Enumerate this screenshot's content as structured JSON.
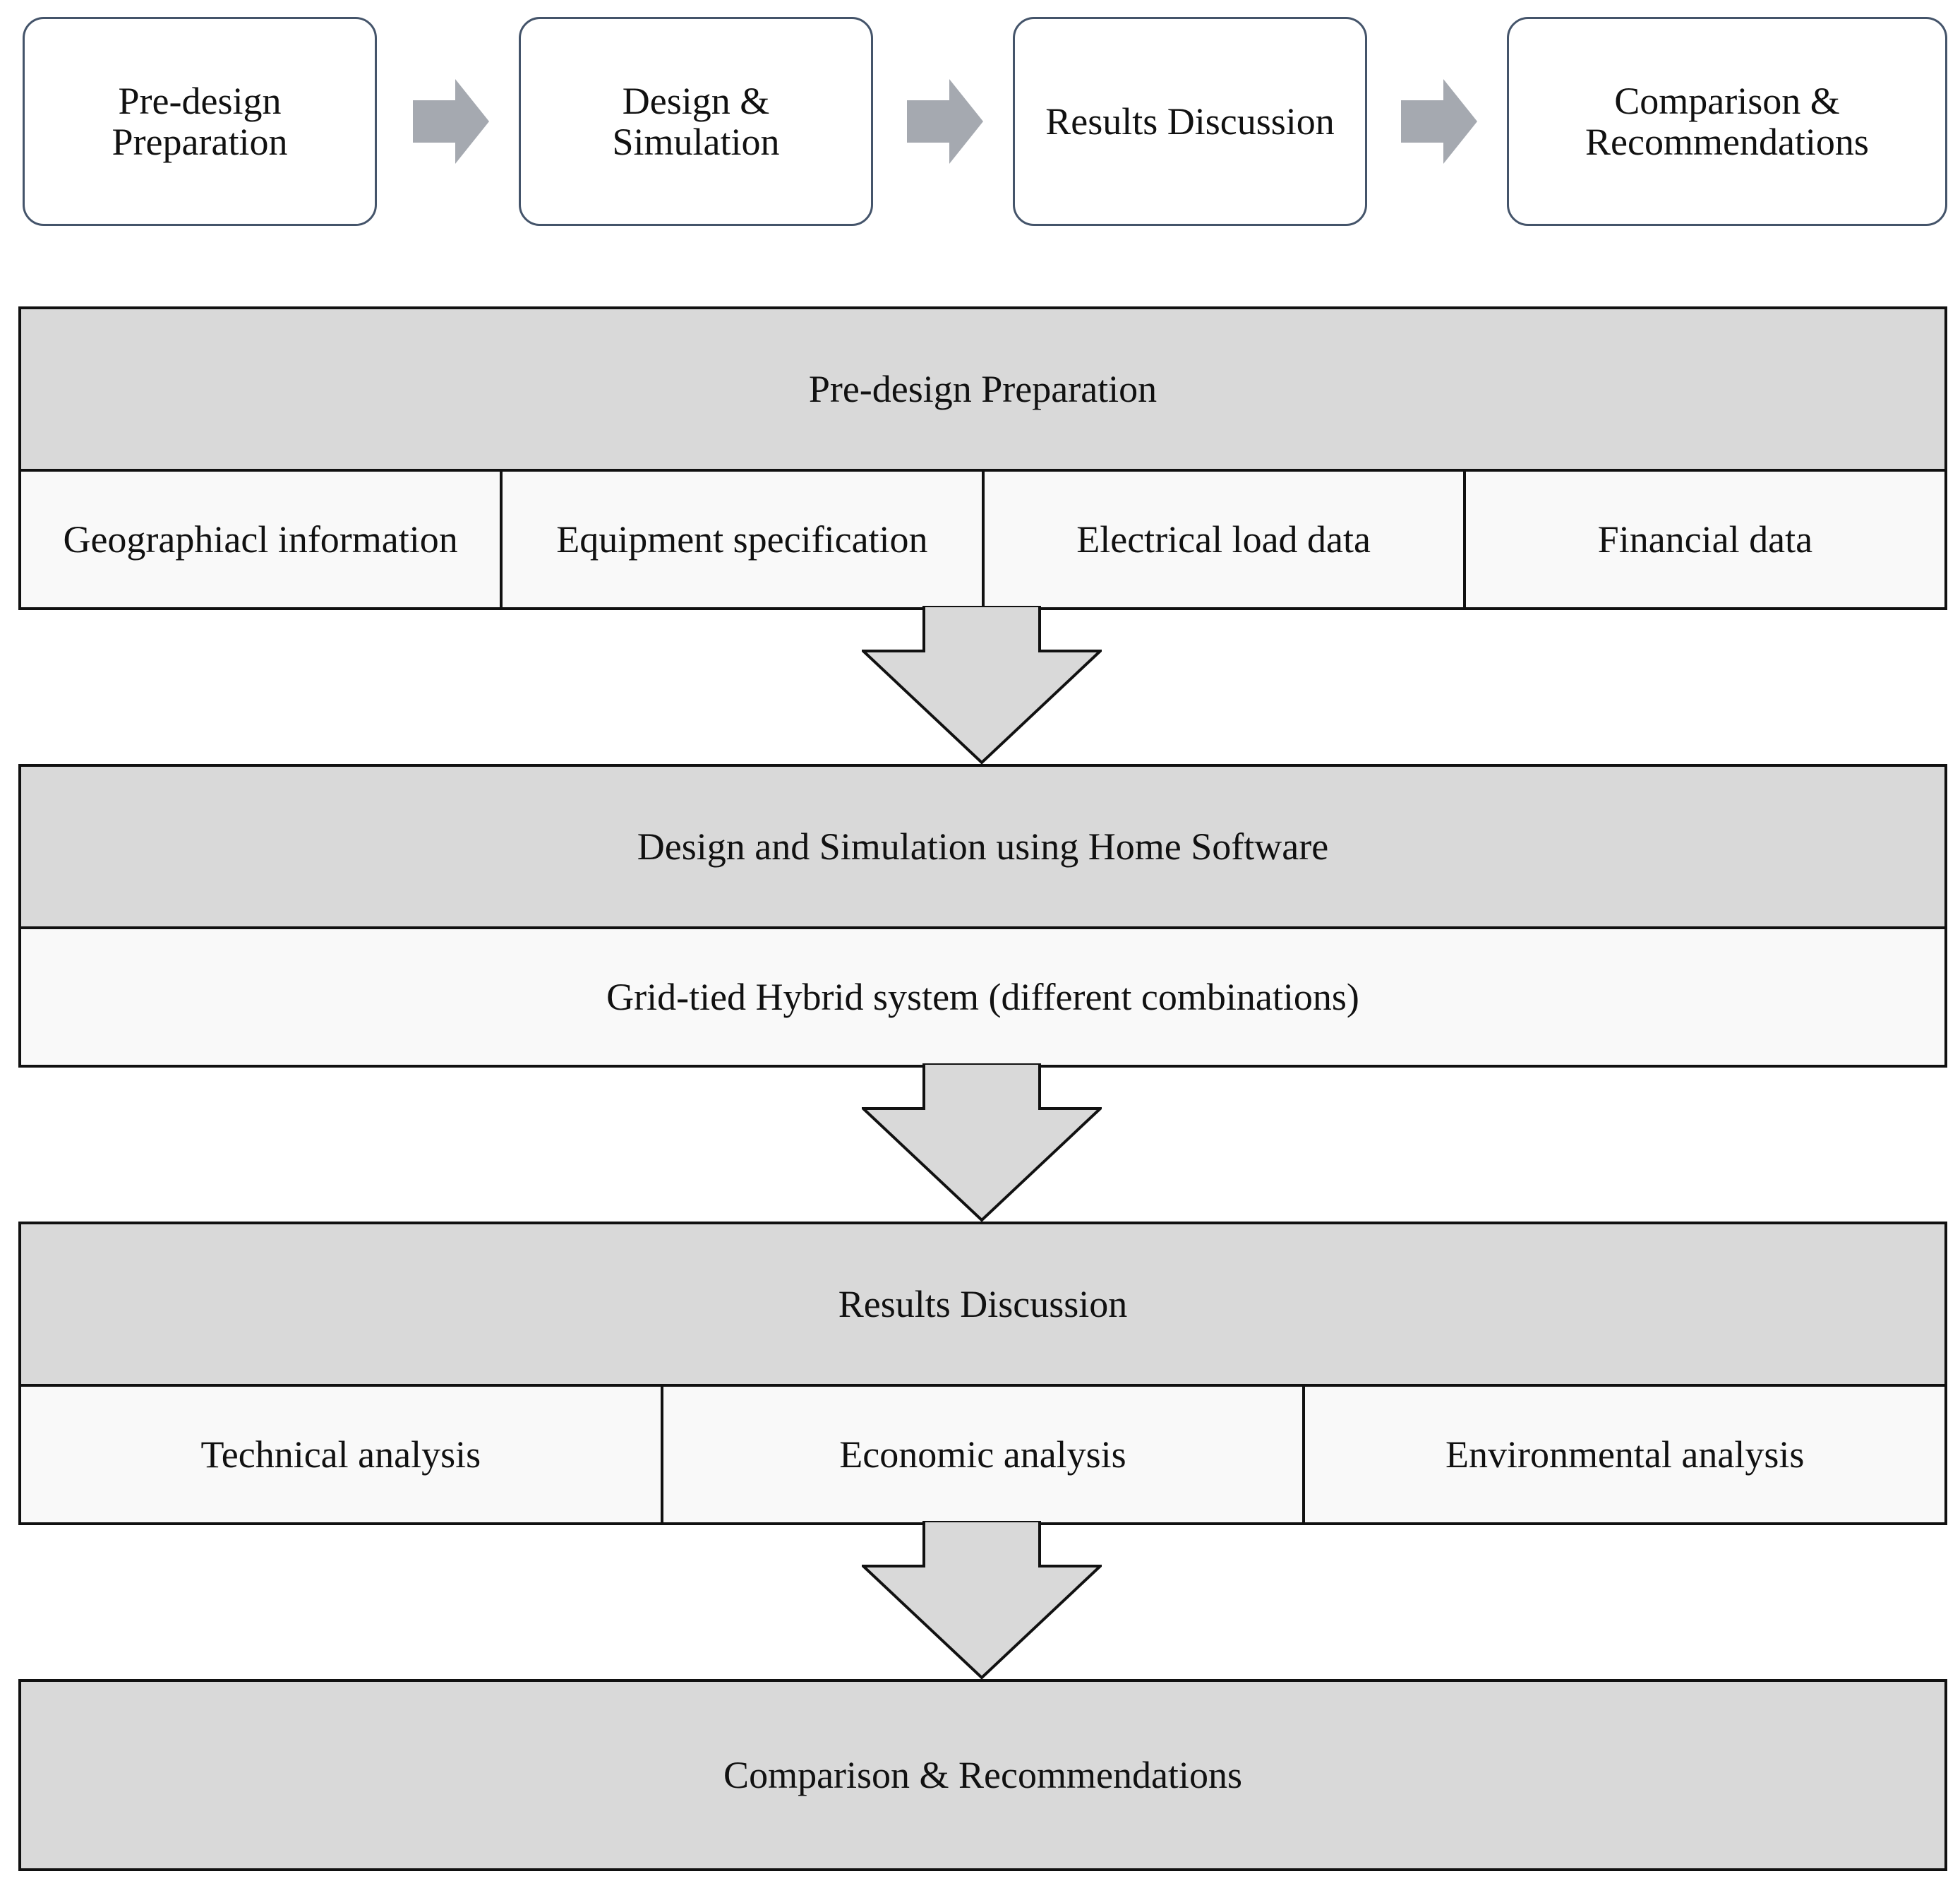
{
  "colors": {
    "step_border": "#44546a",
    "step_arrow": "#a5a9b0",
    "block_header_fill": "#d9d9d9",
    "block_row_fill": "#f9f9f9",
    "line": "#111111",
    "down_arrow_fill": "#d9d9d9"
  },
  "top_flow": {
    "steps": [
      {
        "lines": [
          "Pre-design",
          "Preparation"
        ]
      },
      {
        "lines": [
          "Design &",
          "Simulation"
        ]
      },
      {
        "lines": [
          "Results Discussion"
        ]
      },
      {
        "lines": [
          "Comparison &",
          "Recommendations"
        ]
      }
    ],
    "arrow_icon": "right-chevron-arrow-icon"
  },
  "stages": [
    {
      "title": "Pre-design Preparation",
      "items": [
        "Geographiacl information",
        "Equipment specification",
        "Electrical load data",
        "Financial data"
      ]
    },
    {
      "title": "Design and Simulation using Home Software",
      "items": [
        "Grid-tied Hybrid system (different combinations)"
      ]
    },
    {
      "title": "Results Discussion",
      "items": [
        "Technical analysis",
        "Economic analysis",
        "Environmental analysis"
      ]
    },
    {
      "title": "Comparison & Recommendations",
      "items": []
    }
  ],
  "down_arrow_icon": "down-block-arrow-icon"
}
